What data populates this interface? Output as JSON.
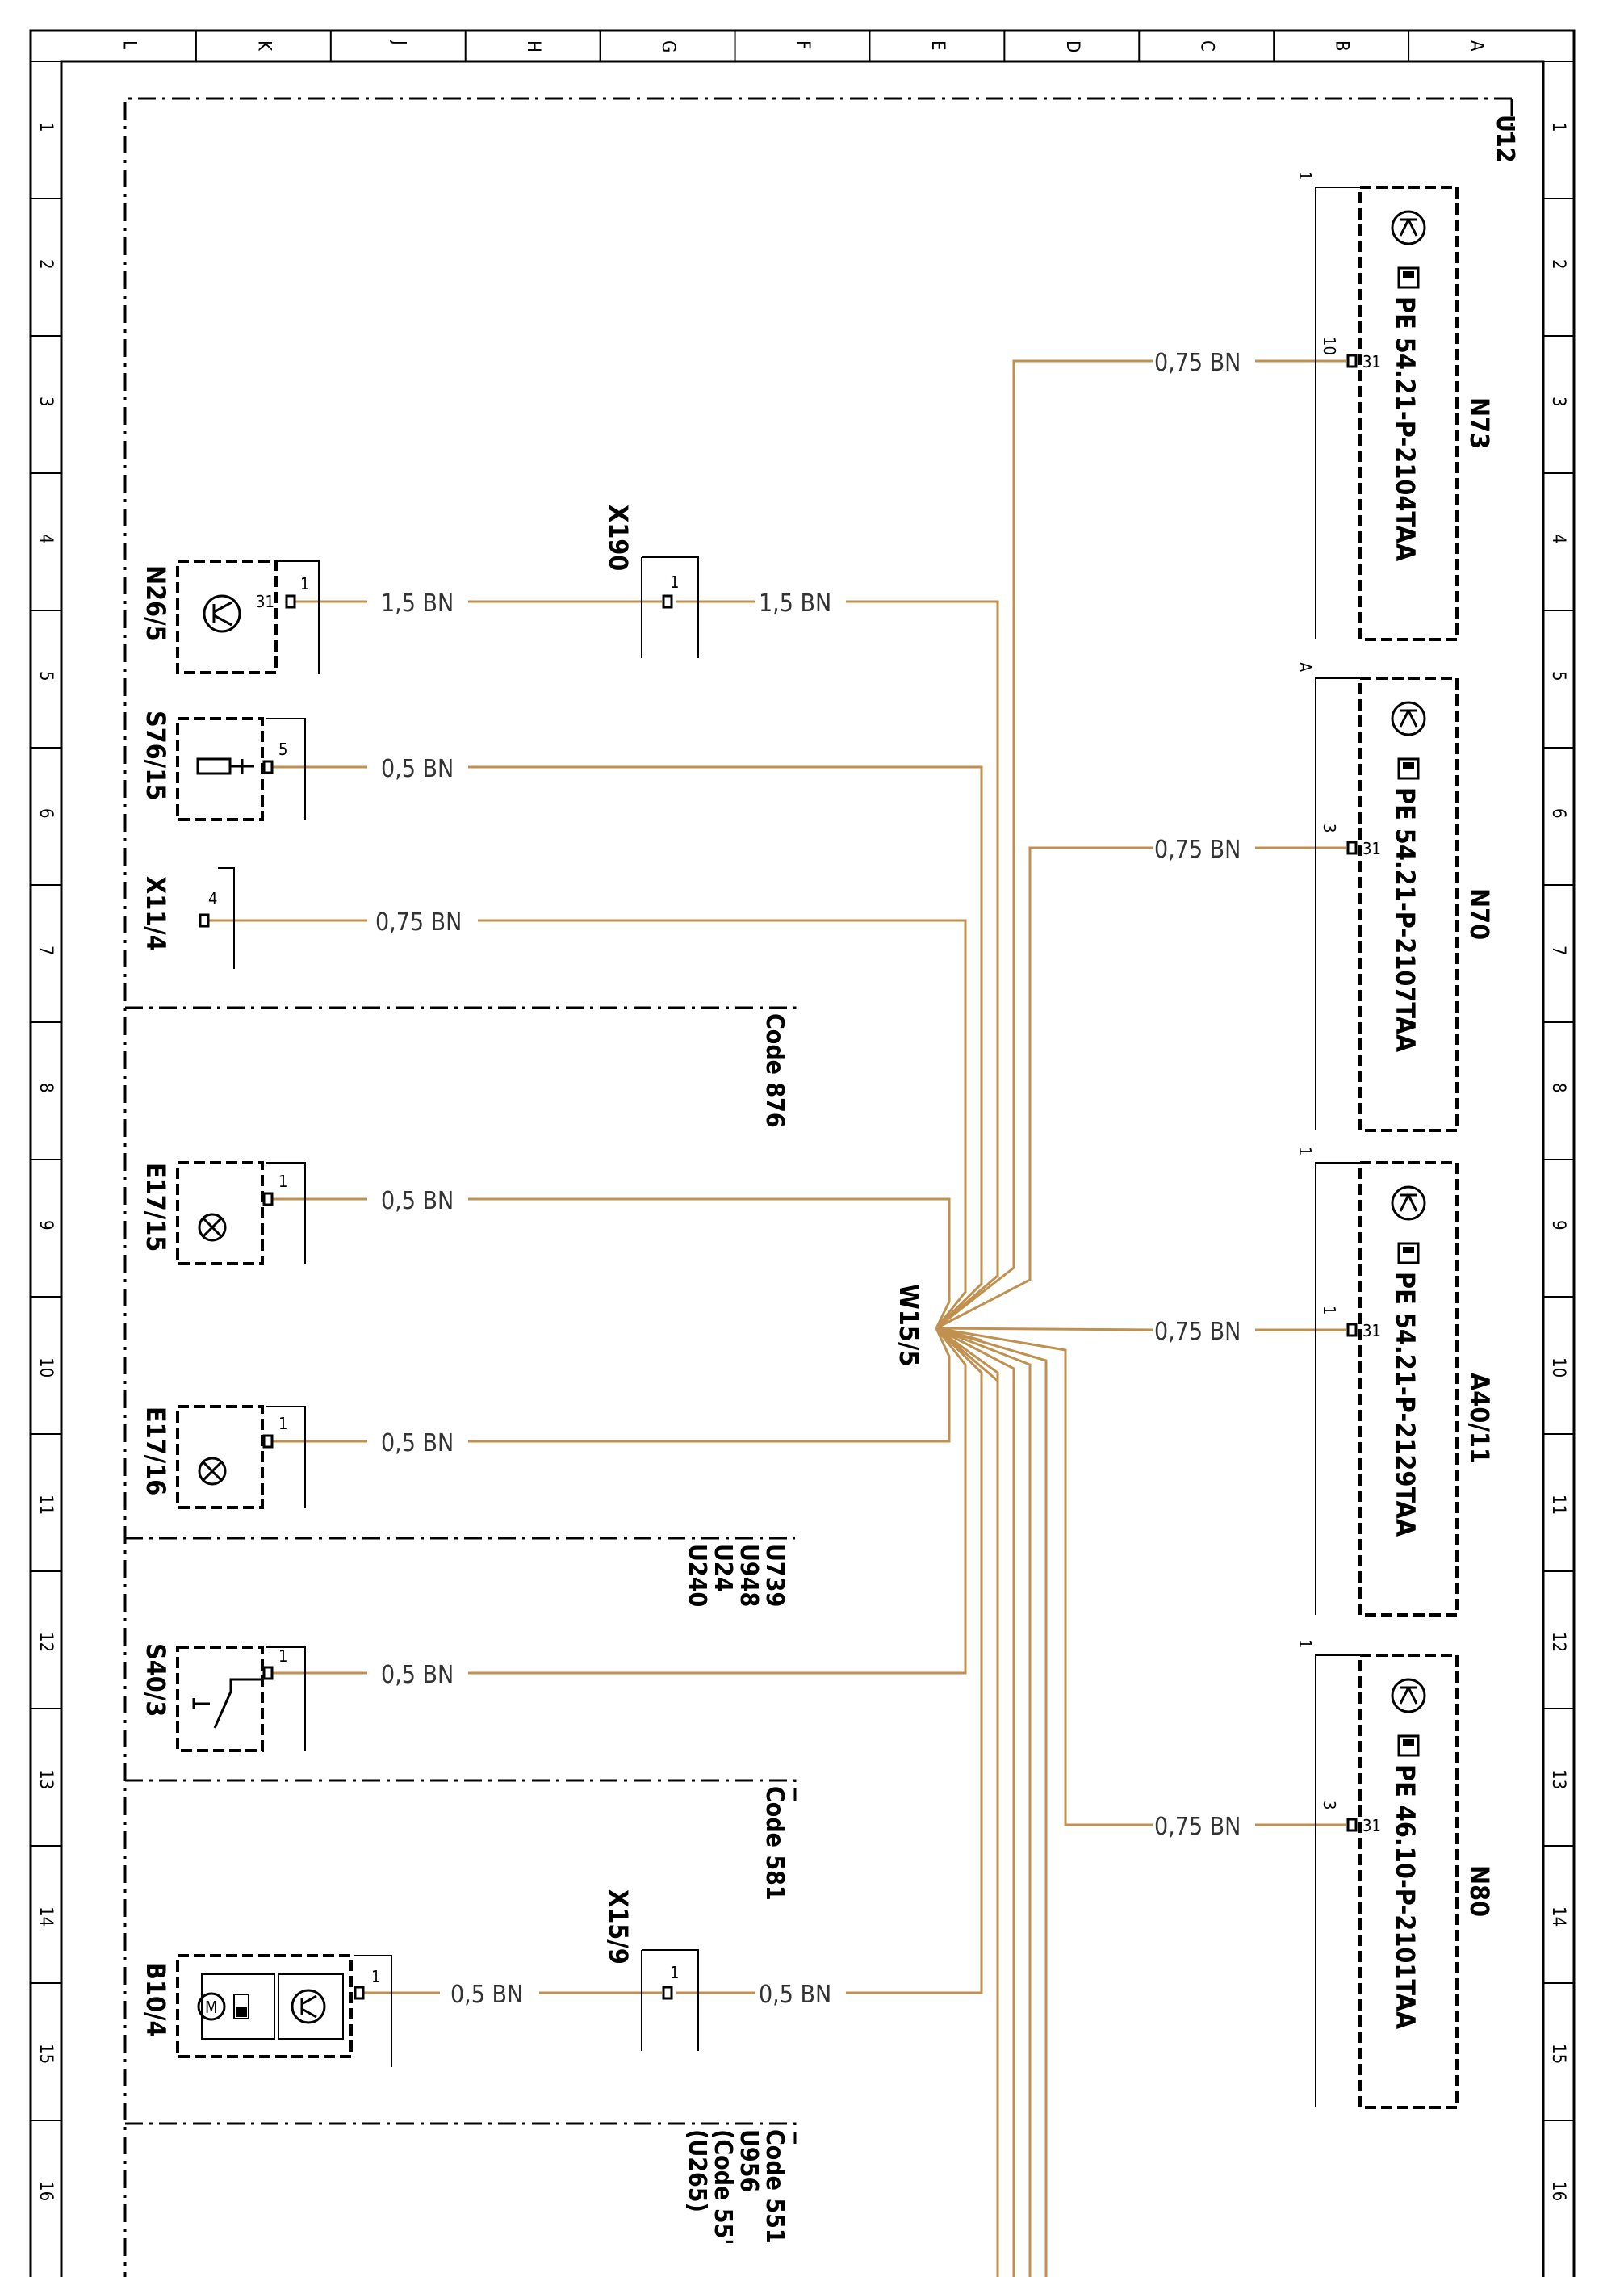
{
  "colors": {
    "wire": "#c0904e",
    "frame": "#000000",
    "background": "#ffffff"
  },
  "grid": {
    "top_letters": [
      "L",
      "K",
      "J",
      "H",
      "G",
      "F",
      "E",
      "D",
      "C",
      "B",
      "A"
    ],
    "row_numbers": [
      "1",
      "2",
      "3",
      "4",
      "5",
      "6",
      "7",
      "8",
      "9",
      "10",
      "11",
      "12",
      "13",
      "14",
      "15",
      "16"
    ]
  },
  "frame_label": "U12",
  "harness": "W15/5",
  "components": {
    "n26_5": {
      "label": "N26/5",
      "pin": "31",
      "pin_no": "1",
      "wire": "1,5 BN"
    },
    "x190": {
      "label": "X190",
      "pin": "1",
      "wire": "1,5 BN"
    },
    "s76_15": {
      "label": "S76/15",
      "pin": "5",
      "wire": "0,5 BN"
    },
    "x11_4": {
      "label": "X11/4",
      "pin": "4",
      "wire": "0,75 BN"
    },
    "e17_15": {
      "label": "E17/15",
      "pin": "1",
      "wire": "0,5 BN"
    },
    "e17_16": {
      "label": "E17/16",
      "pin": "1",
      "wire": "0,5 BN"
    },
    "s40_3": {
      "label": "S40/3",
      "pin": "1",
      "wire": "0,5 BN"
    },
    "b10_4": {
      "label": "B10/4",
      "pin": "1",
      "wire": "0,5 BN"
    },
    "x15_9": {
      "label": "X15/9",
      "pin": "1",
      "wire": "0,5 BN"
    }
  },
  "codes": {
    "code876": "Code 876",
    "u_list": [
      "U739",
      "U948",
      "U24",
      "U240"
    ],
    "code581": "Code 581",
    "code551": [
      "Code 551",
      "U956",
      "(Code 55'",
      "(U265)"
    ]
  },
  "modules": [
    {
      "id": "N73",
      "ref": "PE 54.21-P-2104TAA",
      "pin": "31",
      "pin_no": "10",
      "conn": "1",
      "wire": "0,75 BN"
    },
    {
      "id": "N70",
      "ref": "PE 54.21-P-2107TAA",
      "pin": "31",
      "pin_no": "3",
      "conn": "A",
      "wire": "0,75 BN"
    },
    {
      "id": "A40/11",
      "ref": "PE 54.21-P-2129TAA",
      "pin": "31",
      "pin_no": "1",
      "conn": "1",
      "wire": "0,75 BN"
    },
    {
      "id": "N80",
      "ref": "PE 46.10-P-2101TAA",
      "pin": "31",
      "pin_no": "3",
      "conn": "1",
      "wire": "0,75 BN"
    }
  ]
}
